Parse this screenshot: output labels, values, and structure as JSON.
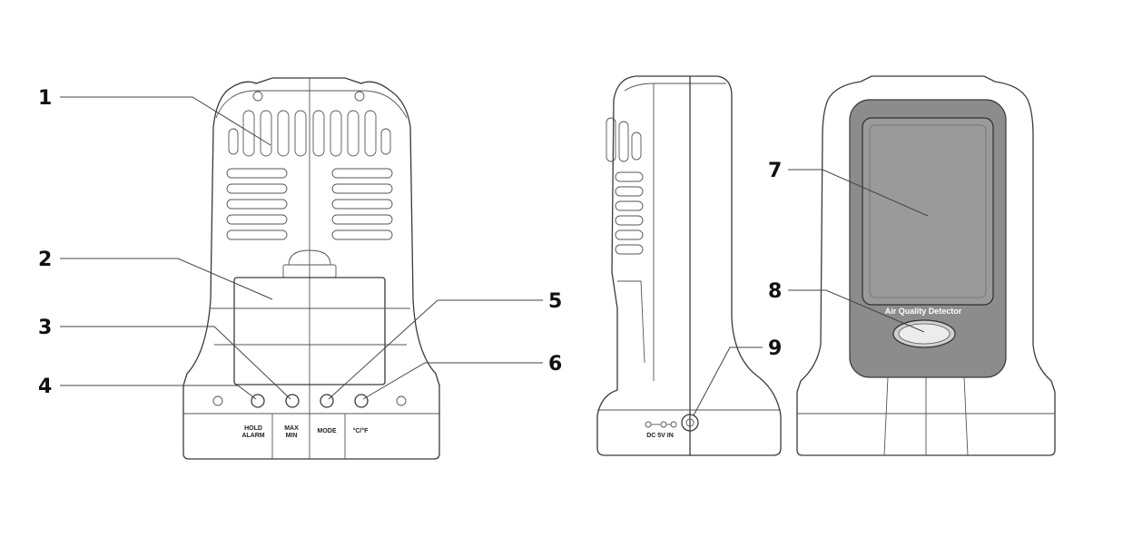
{
  "callouts": {
    "c1": "1",
    "c2": "2",
    "c3": "3",
    "c4": "4",
    "c5": "5",
    "c6": "6",
    "c7": "7",
    "c8": "8",
    "c9": "9"
  },
  "back_buttons": {
    "hold_alarm_line1": "HOLD",
    "hold_alarm_line2": "ALARM",
    "max_min_line1": "MAX",
    "max_min_line2": "MIN",
    "mode": "MODE",
    "temp_unit": "°C/°F"
  },
  "side_port": {
    "label": "DC 5V IN"
  },
  "front": {
    "device_label": "Air Quality Detector"
  },
  "colors": {
    "outline": "#3a3a3a",
    "screen_bezel": "#8c8c8c",
    "screen": "#9a9a9a",
    "background": "#ffffff"
  }
}
